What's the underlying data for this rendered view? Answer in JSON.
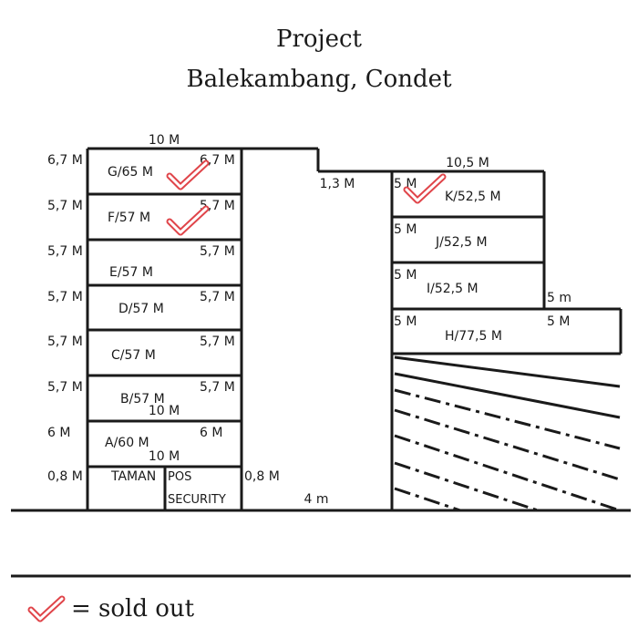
{
  "header": {
    "line1": "Project",
    "line2": "Balekambang, Condet"
  },
  "colors": {
    "check": "#e0454a",
    "line": "#1a1a1a"
  },
  "left_block": {
    "top_width": "10 M",
    "units": [
      {
        "name": "G/65 M",
        "left_dim": "6,7 M",
        "right_dim": "6,7 M",
        "sold": true
      },
      {
        "name": "F/57 M",
        "left_dim": "5,7 M",
        "right_dim": "5,7 M",
        "sold": true
      },
      {
        "name": "E/57 M",
        "left_dim": "5,7 M",
        "right_dim": "5,7 M",
        "sold": false
      },
      {
        "name": "D/57 M",
        "left_dim": "5,7 M",
        "right_dim": "5,7 M",
        "sold": false
      },
      {
        "name": "C/57 M",
        "left_dim": "5,7 M",
        "right_dim": "5,7 M",
        "sold": false
      },
      {
        "name": "B/57 M",
        "left_dim": "5,7 M",
        "right_dim": "5,7 M",
        "sold": false,
        "bottom_dim": "10 M"
      },
      {
        "name": "A/60 M",
        "left_dim": "6 M",
        "right_dim": "6 M",
        "sold": false,
        "bottom_dim": "10 M"
      }
    ],
    "taman": "TAMAN",
    "pos_line1": "POS",
    "pos_line2": "SECURITY",
    "taman_left_dim": "0,8 M",
    "pos_right_dim": "0,8 M"
  },
  "road": {
    "offset_label": "1,3 M",
    "bottom_width": "4 m"
  },
  "right_block": {
    "top_width": "10,5 M",
    "units": [
      {
        "name": "K/52,5 M",
        "left_dim": "5 M",
        "sold": true
      },
      {
        "name": "J/52,5 M",
        "left_dim": "5 M",
        "sold": false
      },
      {
        "name": "I/52,5 M",
        "left_dim": "5 M",
        "sold": false,
        "side_dim": "5 m"
      },
      {
        "name": "H/77,5 M",
        "left_dim": "5 M",
        "right_dim": "5 M",
        "sold": false
      }
    ]
  },
  "legend": {
    "text": "= sold out",
    "icon": "checkmark-icon"
  }
}
